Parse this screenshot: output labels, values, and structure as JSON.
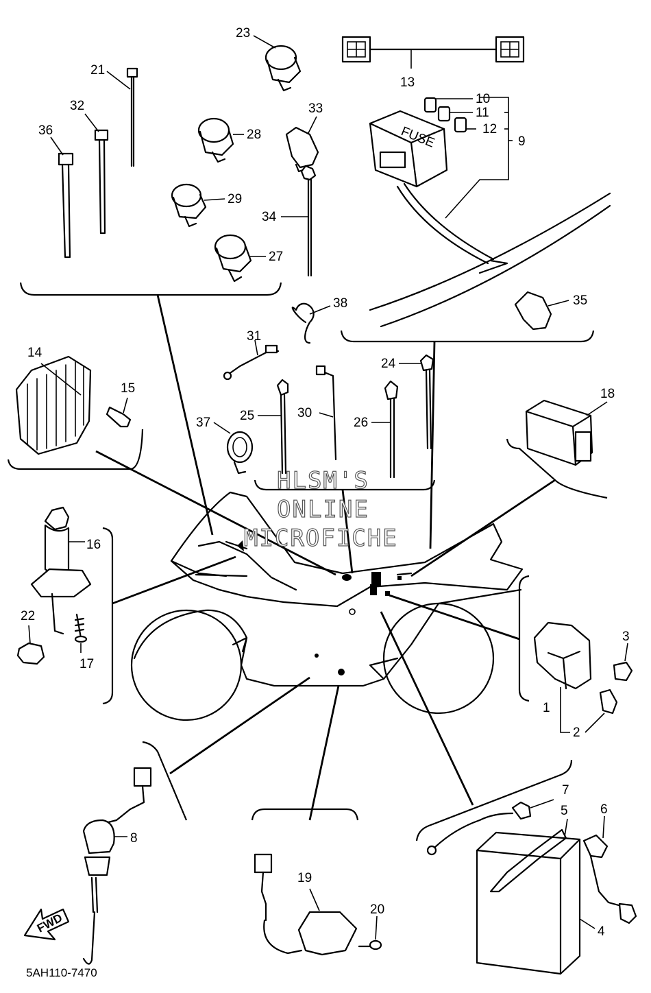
{
  "diagram": {
    "part_numbers": [
      "1",
      "2",
      "3",
      "4",
      "5",
      "6",
      "7",
      "8",
      "9",
      "10",
      "11",
      "12",
      "13",
      "14",
      "15",
      "16",
      "17",
      "18",
      "19",
      "20",
      "21",
      "22",
      "23",
      "24",
      "25",
      "26",
      "27",
      "28",
      "29",
      "30",
      "31",
      "32",
      "33",
      "34",
      "35",
      "36",
      "37",
      "38"
    ],
    "fuse_box_text": "FUSE",
    "direction_badge": "FWD",
    "watermark": [
      "HLSM'S",
      "ONLINE",
      "MICROFICHE"
    ],
    "diagram_code": "5AH110-7470"
  }
}
